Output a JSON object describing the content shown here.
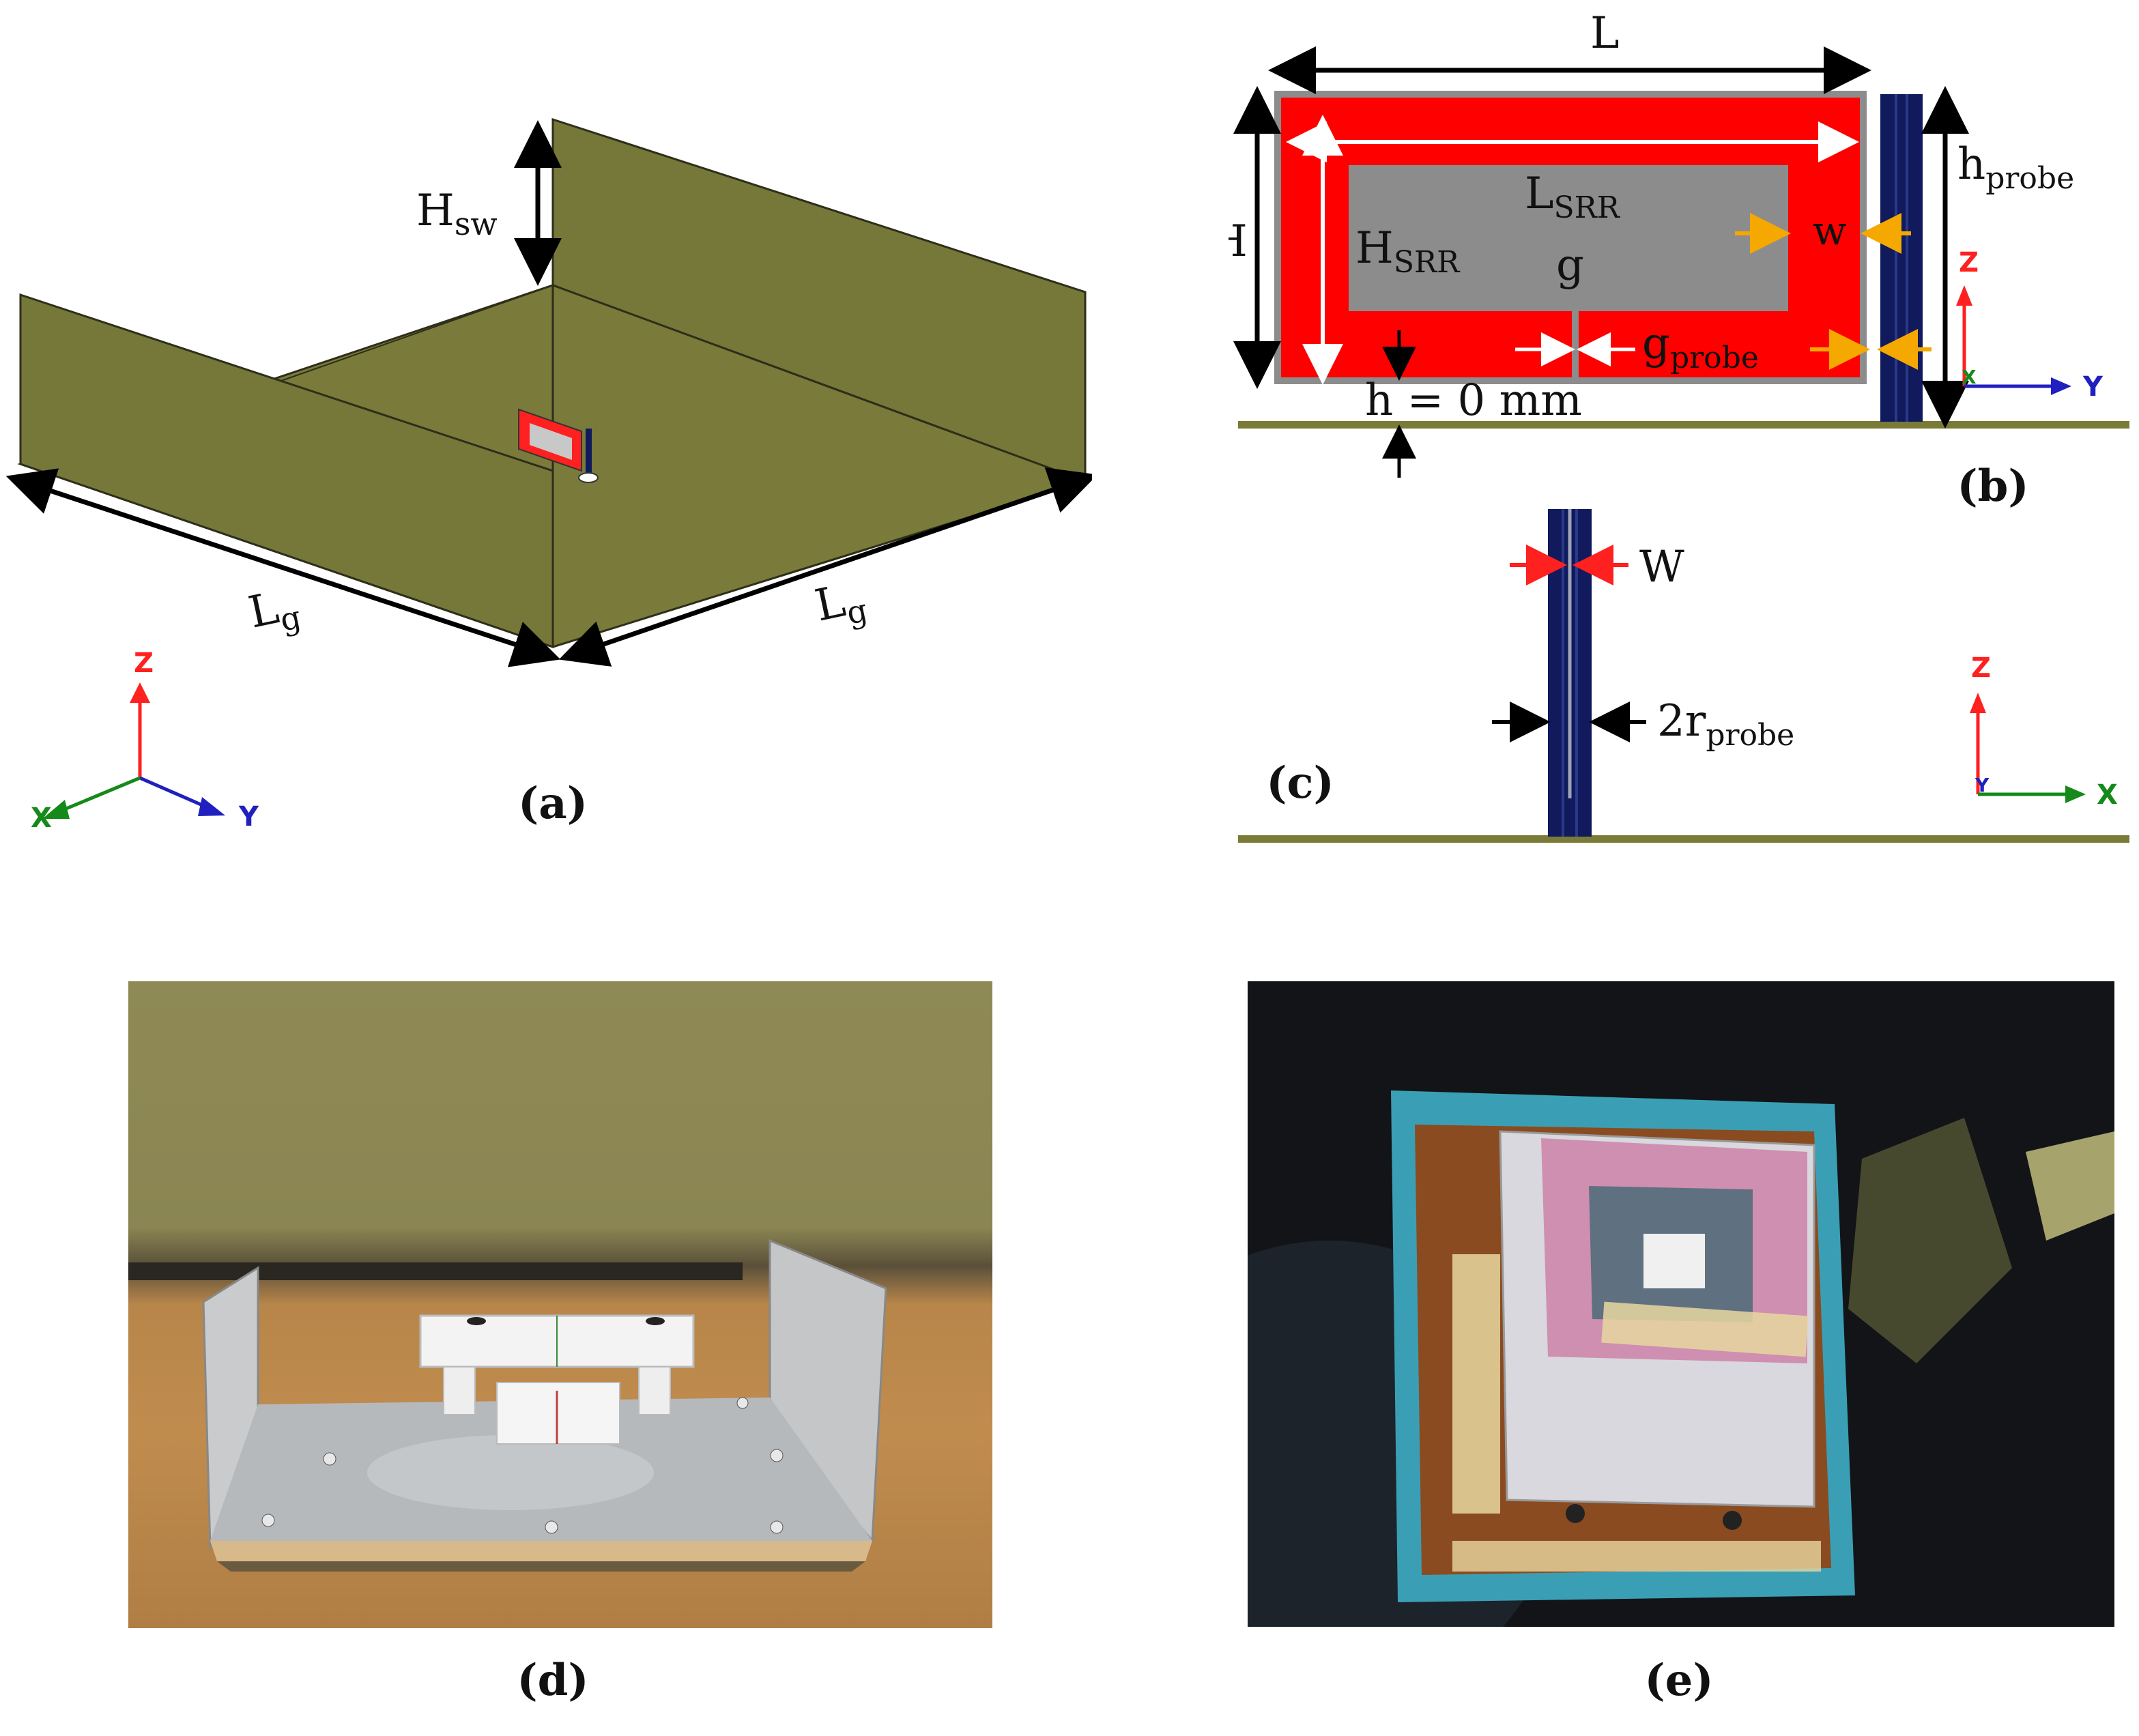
{
  "captions": {
    "a": "(a)",
    "b": "(b)",
    "c": "(c)",
    "d": "(d)",
    "e": "(e)"
  },
  "panel_a": {
    "label_hsw_main": "H",
    "label_hsw_sub": "sw",
    "label_lg_main": "L",
    "label_lg_sub": "g",
    "axis_x": "X",
    "axis_y": "Y",
    "axis_z": "Z"
  },
  "panel_b": {
    "label_L": "L",
    "label_H": "H",
    "label_Lsrr_main": "L",
    "label_Lsrr_sub": "SRR",
    "label_Hsrr_main": "H",
    "label_Hsrr_sub": "SRR",
    "label_g": "g",
    "label_w": "w",
    "label_gprobe_main": "g",
    "label_gprobe_sub": "probe",
    "label_hprobe_main": "h",
    "label_hprobe_sub": "probe",
    "label_h0": "h = 0 mm",
    "axis_x": "X",
    "axis_y": "Y",
    "axis_z": "Z"
  },
  "panel_c": {
    "label_W": "W",
    "label_2r_main": "2r",
    "label_2r_sub": "probe",
    "axis_x": "X",
    "axis_y": "Y",
    "axis_z": "Z"
  },
  "colors": {
    "ground": "#7a7b37",
    "ring": "#ff0000",
    "metal_gray": "#8c8c8c",
    "probe": "#101a5c",
    "arrow_orange": "#f5a800"
  }
}
